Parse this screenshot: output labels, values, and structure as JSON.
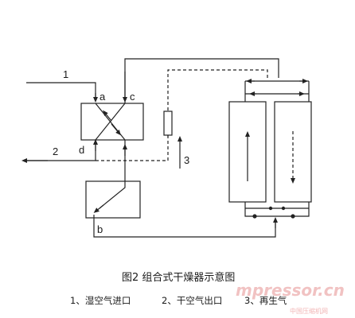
{
  "diagram": {
    "labels": {
      "n1": "1",
      "n2": "2",
      "n3": "3",
      "a": "a",
      "b": "b",
      "c": "c",
      "d": "d"
    },
    "caption": "图2 组合式干燥器示意图",
    "legend": [
      "1、湿空气进口",
      "2、干空气出口",
      "3、再生气"
    ]
  },
  "watermark": {
    "logo_text": "mpressor.cn",
    "site_text": "中国压缩机网"
  },
  "colors": {
    "line": "#222222",
    "watermark": "#f1c2c2"
  }
}
